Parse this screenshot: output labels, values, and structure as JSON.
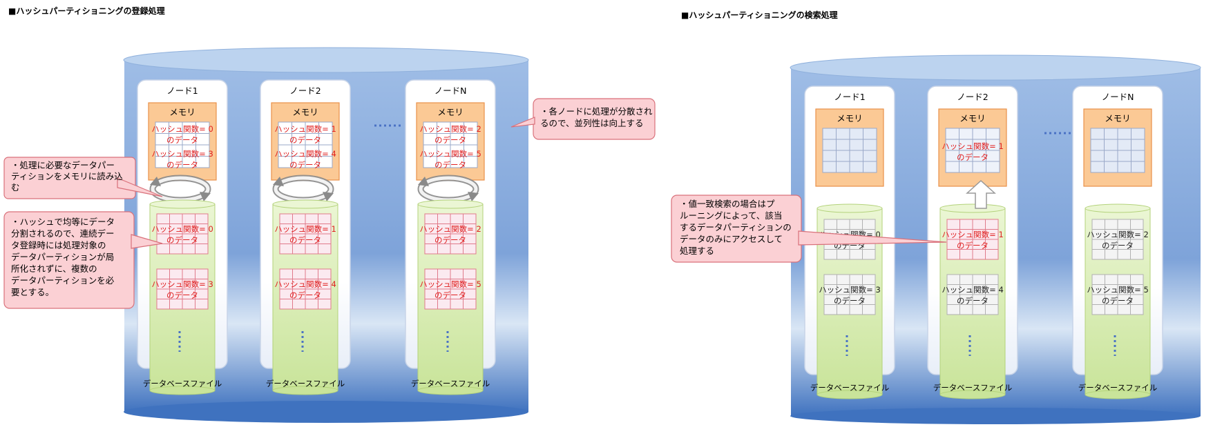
{
  "left": {
    "title": "■ハッシュパーティショニングの登録処理",
    "memory_label": "メモリ",
    "db_file_label": "データベースファイル",
    "nodes": [
      {
        "label": "ノード1",
        "mem": [
          "ハッシュ関数= 0",
          "のデータ",
          "ハッシュ関数= 3",
          "のデータ"
        ],
        "db": [
          [
            "ハッシュ関数= 0",
            "のデータ"
          ],
          [
            "ハッシュ関数= 3",
            "のデータ"
          ]
        ]
      },
      {
        "label": "ノード2",
        "mem": [
          "ハッシュ関数= 1",
          "のデータ",
          "ハッシュ関数= 4",
          "のデータ"
        ],
        "db": [
          [
            "ハッシュ関数= 1",
            "のデータ"
          ],
          [
            "ハッシュ関数= 4",
            "のデータ"
          ]
        ]
      },
      {
        "label": "ノードN",
        "mem": [
          "ハッシュ関数= 2",
          "のデータ",
          "ハッシュ関数= 5",
          "のデータ"
        ],
        "db": [
          [
            "ハッシュ関数= 2",
            "のデータ"
          ],
          [
            "ハッシュ関数= 5",
            "のデータ"
          ]
        ]
      }
    ],
    "callouts": [
      [
        "・処理に必要なデータパー",
        "ティションをメモリに読み込",
        "む"
      ],
      [
        "・ハッシュで均等にデータ",
        "分割されるので、連続デー",
        "タ登録時には処理対象の",
        "データパーティションが局",
        "所化されずに、複数の",
        "データパーティションを必",
        "要とする。"
      ],
      [
        "・各ノードに処理が分散され",
        "るので、並列性は向上する"
      ]
    ]
  },
  "right": {
    "title": "■ハッシュパーティショニングの検索処理",
    "memory_label": "メモリ",
    "db_file_label": "データベースファイル",
    "nodes": [
      {
        "label": "ノード1",
        "mem": [],
        "db": [
          [
            "ハッシュ関数= 0",
            "のデータ"
          ],
          [
            "ハッシュ関数= 3",
            "のデータ"
          ]
        ]
      },
      {
        "label": "ノード2",
        "mem": [
          "ハッシュ関数= 1",
          "のデータ"
        ],
        "db": [
          [
            "ハッシュ関数= 1",
            "のデータ"
          ],
          [
            "ハッシュ関数= 4",
            "のデータ"
          ]
        ]
      },
      {
        "label": "ノードN",
        "mem": [],
        "db": [
          [
            "ハッシュ関数= 2",
            "のデータ"
          ],
          [
            "ハッシュ関数= 5",
            "のデータ"
          ]
        ]
      }
    ],
    "callouts": [
      [
        "・値一致検索の場合はプ",
        "ルーニングによって、該当",
        "するデータパーティションの",
        "データのみにアクセスして",
        "処理する"
      ]
    ]
  },
  "colors": {
    "cylinder_top": "#a9c4e8",
    "cylinder_body": "#5b87c9",
    "memory_fill": "#fbc995",
    "memory_stroke": "#e8914a",
    "db_fill": "#dcefb8",
    "callout_fill": "#fbd0d4",
    "callout_stroke": "#d9707a",
    "hash_text": "#e02020"
  }
}
